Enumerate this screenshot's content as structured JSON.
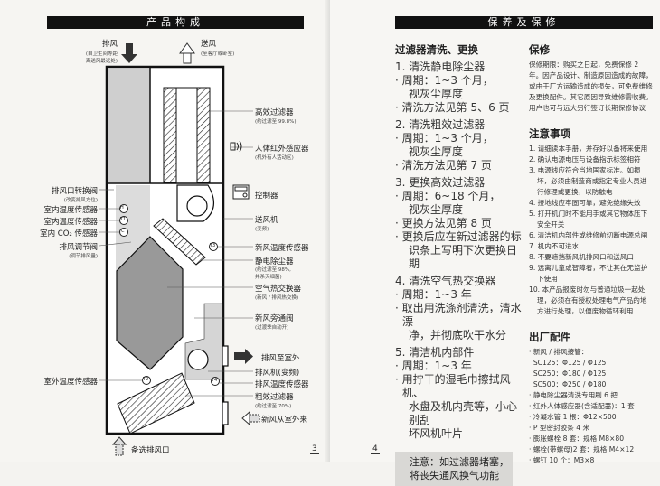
{
  "left_page": {
    "title": "产品构成",
    "page_number": "3",
    "top": {
      "exhaust": "排风",
      "exhaust_note": [
        "(自卫生间等距",
        "离送风最远处)"
      ],
      "supply": "送风",
      "supply_note": "(至客厅或卧室)"
    },
    "right_labels": [
      {
        "label": "高效过滤器",
        "note": "(约过滤至 99.8%)"
      },
      {
        "label": "人体红外感应器",
        "note": "(机外有人活动区)"
      },
      {
        "label": "控制器",
        "note": ""
      },
      {
        "label": "送风机",
        "note": "(变频)"
      },
      {
        "label": "新风温度传感器",
        "note": ""
      },
      {
        "label": "静电除尘器",
        "note": "(约过滤至 98%, 并杀灭细菌)"
      },
      {
        "label": "空气热交换器",
        "note": "(新风 / 排风热交换)"
      },
      {
        "label": "新风旁通阀",
        "note": "(过渡季自动开)"
      },
      {
        "label": "排风至室外",
        "note": ""
      },
      {
        "label": "排风机(变频)",
        "note": ""
      },
      {
        "label": "排风温度传感器",
        "note": ""
      },
      {
        "label": "粗效过滤器",
        "note": "(约过滤至 70%)"
      },
      {
        "label": "新风从室外来",
        "note": ""
      }
    ],
    "left_labels": [
      {
        "label": "排风口转换阀",
        "note": "(改变排风方位)"
      },
      {
        "label": "室内湿度传感器",
        "note": ""
      },
      {
        "label": "室内温度传感器",
        "note": ""
      },
      {
        "label": "室内 CO₂ 传感器",
        "note": ""
      },
      {
        "label": "排风调节阀",
        "note": "(调节排风量)"
      },
      {
        "label": "室外温度传感器",
        "note": ""
      }
    ],
    "sensor_marks": [
      "H",
      "T1",
      "C",
      "T3",
      "T2",
      "T4"
    ],
    "bottom": "备选排风口"
  },
  "right_page": {
    "title": "保养及保修",
    "page_number": "4",
    "filter": {
      "heading": "过滤器清洗、更换",
      "items": [
        {
          "title": "1. 清洗静电除尘器",
          "bullets": [
            [
              "· 周期：1~3 个月，",
              "视灰尘厚度"
            ],
            [
              "· 清洗方法见第 5、6 页"
            ]
          ]
        },
        {
          "title": "2. 清洗粗效过滤器",
          "bullets": [
            [
              "· 周期：1~3 个月，",
              "视灰尘厚度"
            ],
            [
              "· 清洗方法见第 7 页"
            ]
          ]
        },
        {
          "title": "3. 更换高效过滤器",
          "bullets": [
            [
              "· 周期：6~18 个月，",
              "视灰尘厚度"
            ],
            [
              "· 更换方法见第 8 页"
            ],
            [
              "· 更换后应在新过滤器的标",
              "识条上写明下次更换日期"
            ]
          ]
        },
        {
          "title": "4. 清洗空气热交换器",
          "bullets": [
            [
              "· 周期：1~3 年"
            ],
            [
              "· 取出用洗涤剂清洗，清水漂",
              "净，并彻底吹干水分"
            ]
          ]
        },
        {
          "title": "5. 清洁机内部件",
          "bullets": [
            [
              "· 周期：1~3 年"
            ],
            [
              "· 用拧干的湿毛巾擦拭风机、",
              "水盘及机内壳等，小心别刮",
              "坏风机叶片"
            ]
          ]
        }
      ],
      "note": [
        "注意：如过滤器堵塞，",
        "将丧失通风换气功能"
      ]
    },
    "warranty": {
      "heading": "保修",
      "text": "保修期限：购买之日起，免费保修 2 年。因产品设计、制造原因造成的故障，或由于厂方运输造成的损失，可免费维修及更换配件。其它原因导致维修需收费。用户也可与远大另行签订长期保修协议"
    },
    "cautions": {
      "heading": "注意事项",
      "items": [
        "1. 请细读本手册，并存好以备将来使用",
        "2. 确认电源电压与设备指示标签相符",
        "3. 电源线应符合当地国家标准。如损坏，必须由制造商或指定专业人员进行修理或更换，以防触电",
        "4. 接地线应牢固可靠，避免绝缘失效",
        "5. 打开机门时不能用手或其它物体压下安全开关",
        "6. 清洁机内部件或维修前切断电源总闸",
        "7. 机内不可进水",
        "8. 不要遮挡新风机排风口和送风口",
        "9. 远离儿童或智障者，不让其在无监护下使用",
        "10. 本产品报废时勿与普通垃圾一起处理，必须在有授权处理电气产品的地方进行处理，以便废物循环利用"
      ]
    },
    "accessories": {
      "heading": "出厂配件",
      "items": [
        "· 新风 / 排风接管：",
        "  SC125：Φ125 / Φ125",
        "  SC250：Φ180 / Φ125",
        "  SC500：Φ250 / Φ180",
        "· 静电除尘器清洗专用刷 6 把",
        "· 红外人体感应器(含适配器)：1 套",
        "· 冷凝水管 1 根：Φ12×500",
        "· P 型密封胶条 4 米",
        "· 膨胀螺栓 8 套：规格 M8×80",
        "· 螺栓(带螺母)2 套：规格 M4×12",
        "· 螺钉 10 个：M3×8"
      ]
    }
  }
}
